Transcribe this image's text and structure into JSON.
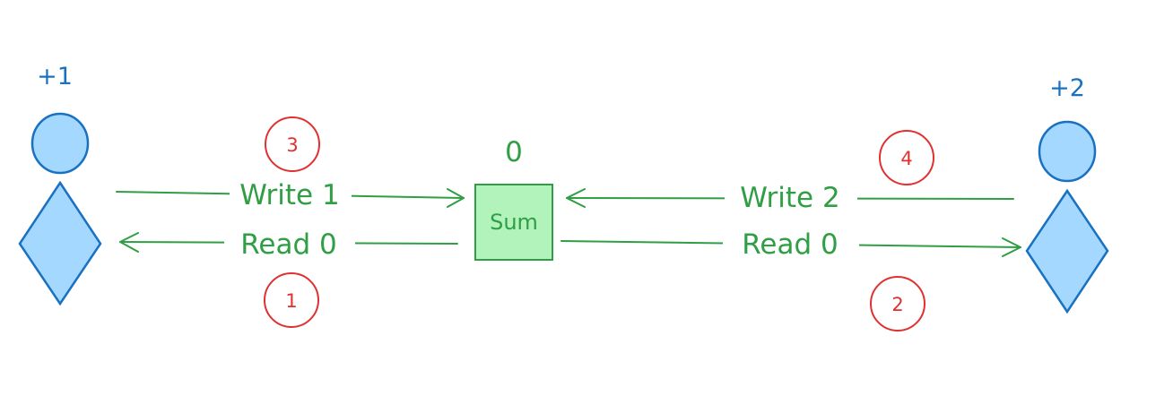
{
  "left_actor": {
    "label": "+1"
  },
  "right_actor": {
    "label": "+2"
  },
  "sum_node": {
    "label": "Sum",
    "value": "0"
  },
  "edges": {
    "left_write": {
      "label": "Write 1",
      "step": "3"
    },
    "left_read": {
      "label": "Read 0",
      "step": "1"
    },
    "right_write": {
      "label": "Write 2",
      "step": "4"
    },
    "right_read": {
      "label": "Read 0",
      "step": "2"
    }
  },
  "colors": {
    "actor_fill": "#a5d8ff",
    "actor_stroke": "#1971c2",
    "edge": "#2f9e44",
    "sum_fill": "#b2f2bb",
    "step_marker": "#e03131"
  }
}
